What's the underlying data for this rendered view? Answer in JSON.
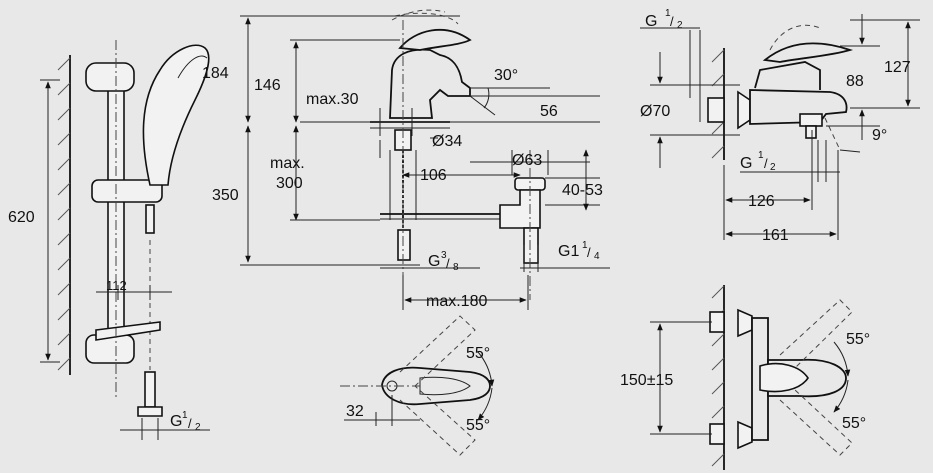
{
  "background": "#e8e8e8",
  "ink": "#111111",
  "shower_set": {
    "height_620": "620",
    "spacing_112": "112",
    "thread_label": "G",
    "thread_num": "1",
    "thread_den": "2"
  },
  "basin_mixer": {
    "height_184": "184",
    "height_146": "146",
    "max30": "max.30",
    "angle30": "30°",
    "height_56": "56",
    "dia34": "Ø34",
    "max_label": "max.",
    "max300": "300",
    "height_350": "350",
    "len_106": "106",
    "dia63": "Ø63",
    "range_4053": "40-53",
    "g38_label": "G",
    "g38_num": "3",
    "g38_den": "8",
    "g114_label": "G1",
    "g114_num": "1",
    "g114_den": "4",
    "max180": "max.180"
  },
  "basin_top": {
    "angle_top": "55°",
    "angle_bottom": "55°",
    "width_32": "32"
  },
  "bath_mixer": {
    "g12_label": "G",
    "g12_num": "1",
    "g12_den": "2",
    "height_127": "127",
    "height_88": "88",
    "dia70": "Ø70",
    "angle9": "9°",
    "g12b_label": "G",
    "g12b_num": "1",
    "g12b_den": "2",
    "len_126": "126",
    "len_161": "161"
  },
  "bath_top": {
    "spacing": "150±15",
    "angle_top": "55°",
    "angle_bottom": "55°"
  }
}
